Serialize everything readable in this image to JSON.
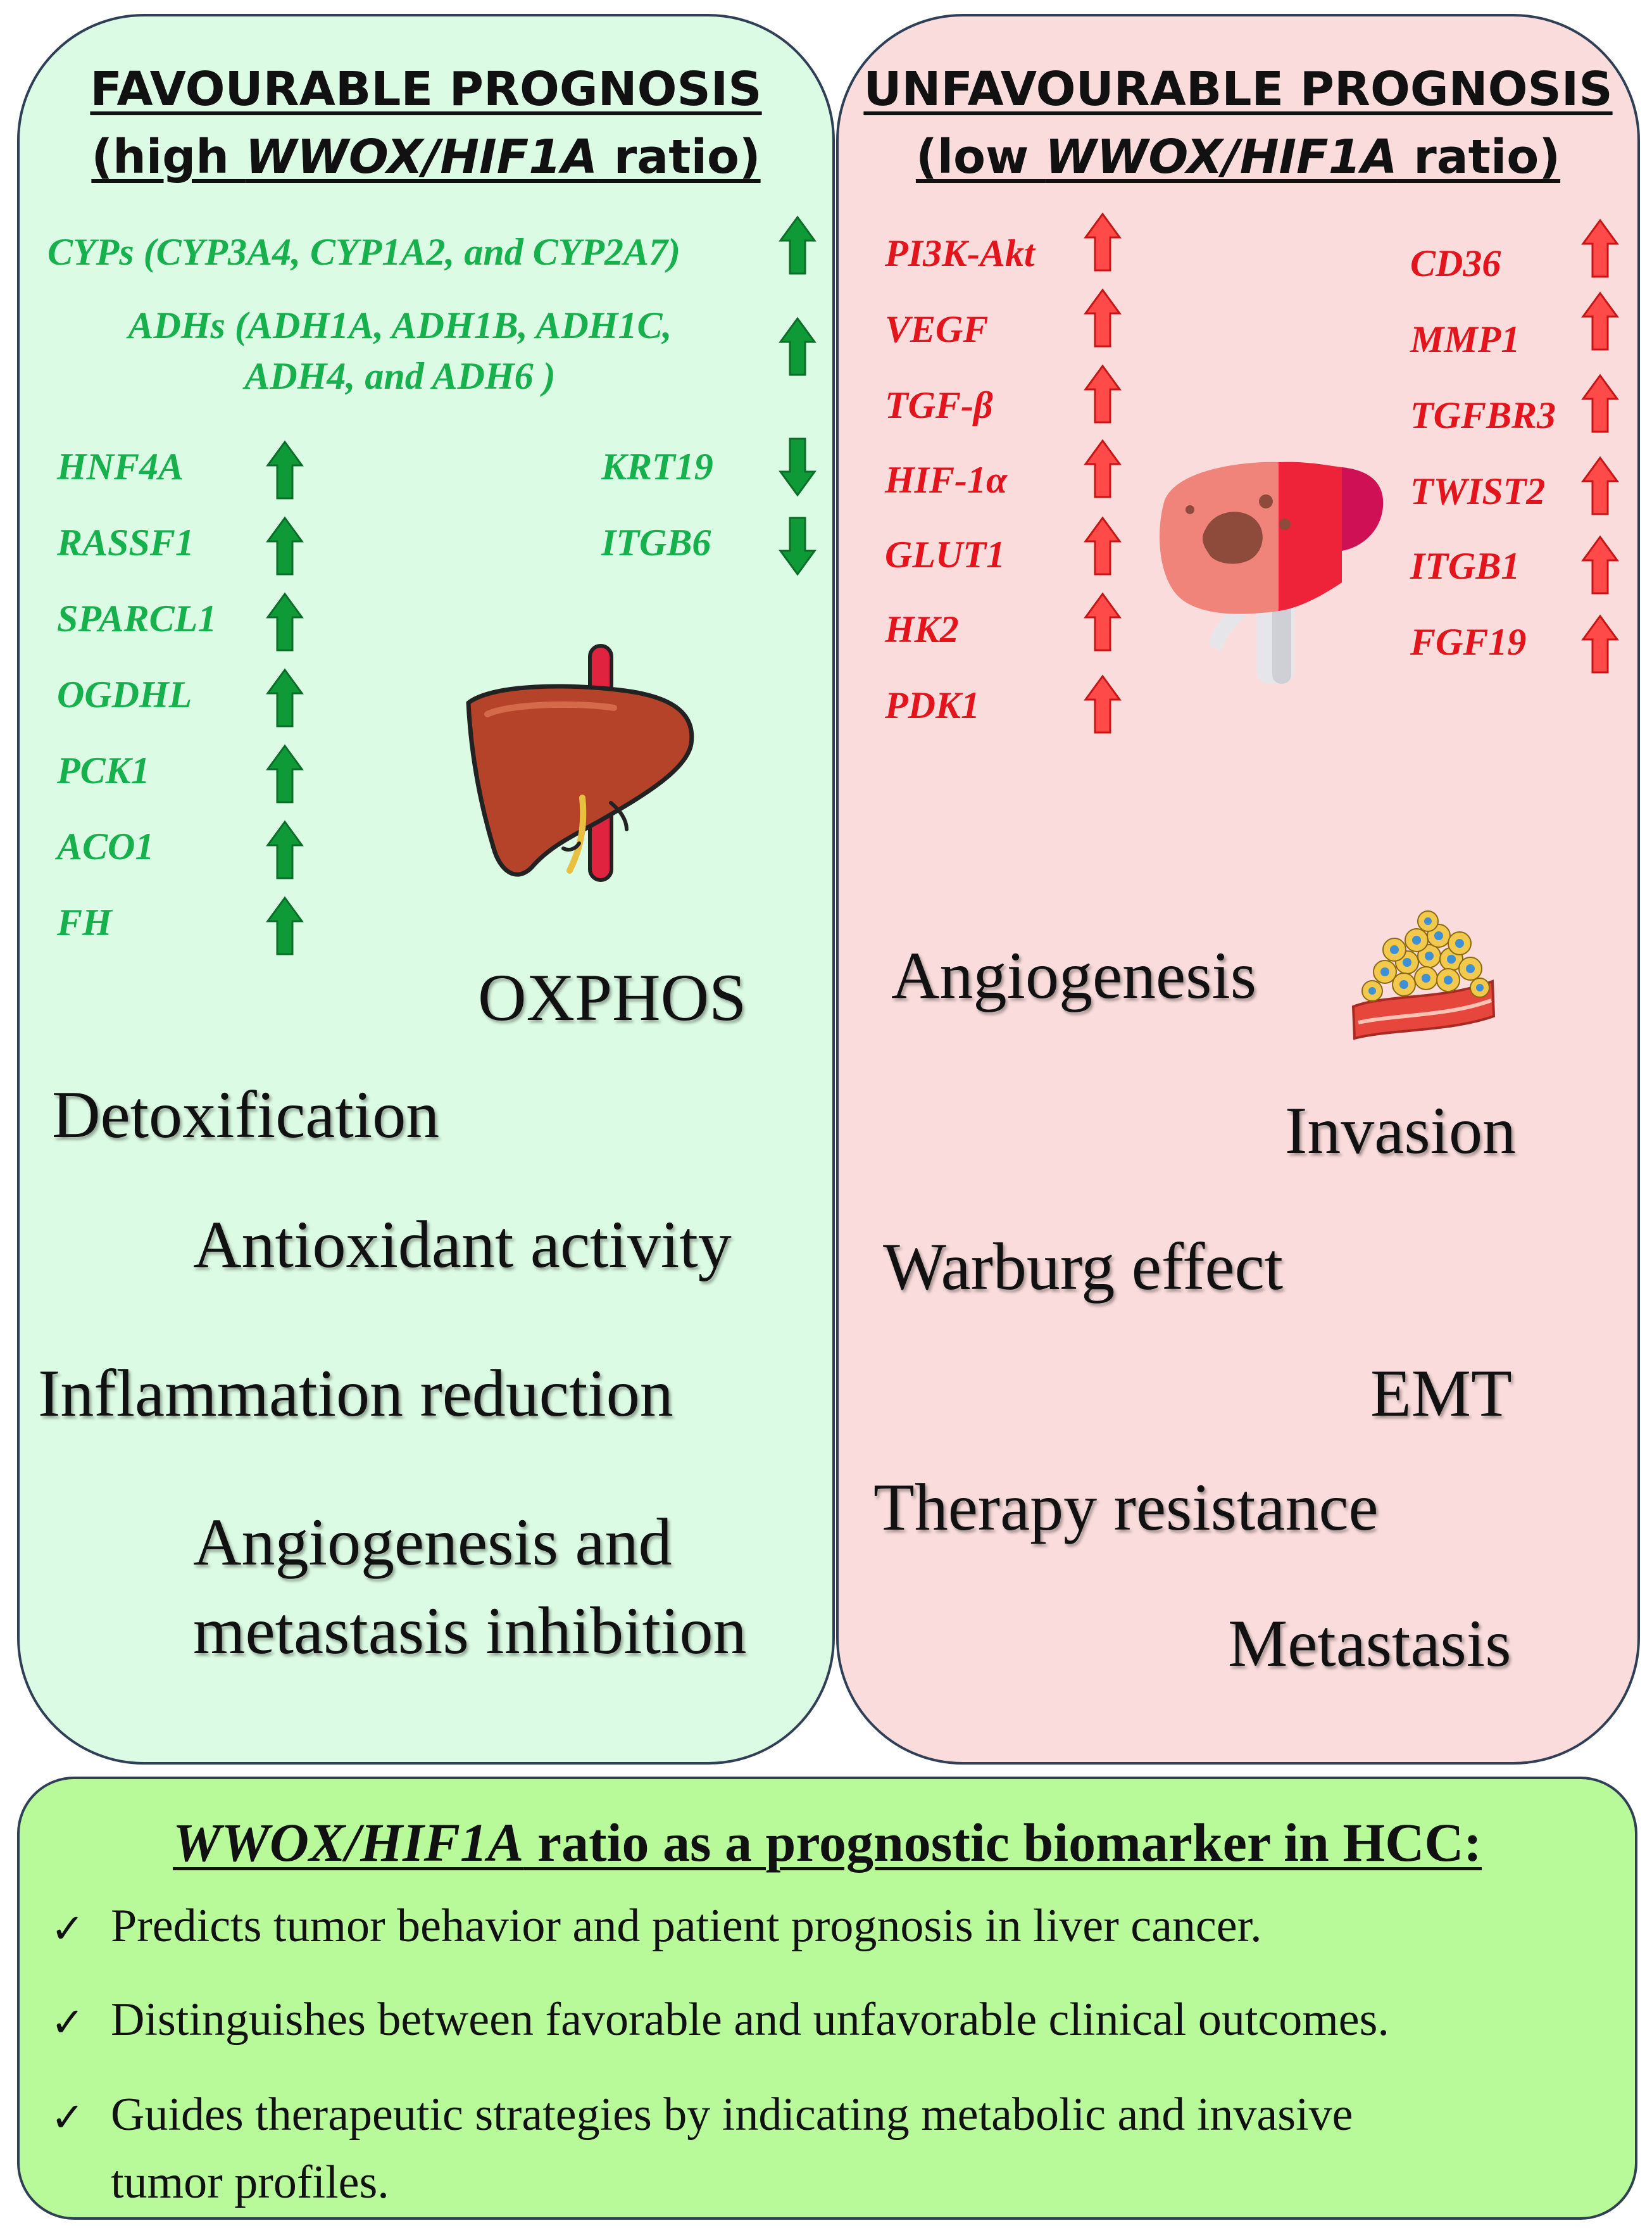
{
  "favourable": {
    "title_line1": "FAVOURABLE PROGNOSIS",
    "title_open": "(high ",
    "title_italic": "WWOX/HIF1A",
    "title_close": " ratio)",
    "cyps": "CYPs (CYP3A4, CYP1A2, and CYP2A7)",
    "adhs_line1": "ADHs (ADH1A, ADH1B, ADH1C,",
    "adhs_line2": "ADH4, and ADH6 )",
    "genes_up": [
      "HNF4A",
      "RASSF1",
      "SPARCL1",
      "OGDHL",
      "PCK1",
      "ACO1",
      "FH"
    ],
    "genes_down": [
      "KRT19",
      "ITGB6"
    ],
    "processes": {
      "oxphos": "OXPHOS",
      "detox": "Detoxification",
      "antioxidant": "Antioxidant activity",
      "inflammation": "Inflammation reduction",
      "angio_line1": "Angiogenesis and",
      "angio_line2": "metastasis inhibition"
    }
  },
  "unfavourable": {
    "title_line1": "UNFAVOURABLE PROGNOSIS",
    "title_open": "(low ",
    "title_italic": "WWOX/HIF1A",
    "title_close": " ratio)",
    "genes_left": [
      "PI3K-Akt",
      "VEGF",
      "TGF-β",
      "HIF-1α",
      "GLUT1",
      "HK2",
      "PDK1"
    ],
    "genes_right": [
      "CD36",
      "MMP1",
      "TGFBR3",
      "TWIST2",
      "ITGB1",
      "FGF19"
    ],
    "processes": {
      "angiogenesis": "Angiogenesis",
      "invasion": "Invasion",
      "warburg": "Warburg effect",
      "emt": "EMT",
      "therapy": "Therapy resistance",
      "metastasis": "Metastasis"
    }
  },
  "summary": {
    "title_italic": "WWOX/HIF1A",
    "title_rest": " ratio as a prognostic biomarker in HCC:",
    "check_glyph": "✓",
    "items": [
      "Predicts tumor behavior and patient prognosis in liver cancer.",
      "Distinguishes between favorable and unfavorable clinical outcomes.",
      "Guides therapeutic strategies by indicating metabolic and invasive"
    ],
    "item3_line2": "tumor profiles."
  },
  "colors": {
    "green_text": "#16b04c",
    "green_arrow": "#0f9a38",
    "red_text": "#e3141b",
    "red_arrow": "#ff4a4a"
  },
  "icons": [
    "up-arrow-icon",
    "down-arrow-icon",
    "healthy-liver-icon",
    "diseased-liver-icon",
    "tumor-vessel-icon"
  ]
}
